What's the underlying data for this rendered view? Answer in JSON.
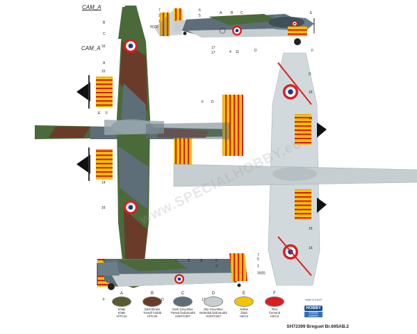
{
  "page": {
    "title": "CAM_A",
    "view_label": "CAM_A"
  },
  "watermark": "www.SPECIALHOBBY.eu",
  "callouts_side_top": [
    "A",
    "B",
    "C",
    "D",
    "E",
    "F",
    "7",
    "2",
    "6",
    "1",
    "5",
    "9(15)",
    "11",
    "4",
    "17",
    "17"
  ],
  "callouts_top_view": [
    "B",
    "C",
    "16",
    "A",
    "15",
    "E",
    "F",
    "D",
    "14",
    "16"
  ],
  "callouts_bottom_view": [
    "D",
    "16",
    "14",
    "F",
    "15",
    "16"
  ],
  "callouts_side_bottom": [
    "E",
    "C",
    "B",
    "A",
    "6",
    "3",
    "1",
    "16(5)",
    "F",
    "D",
    "11",
    "4",
    "17",
    "5",
    "7"
  ],
  "legend": [
    {
      "letter": "A",
      "name": "Khaki",
      "czech": "Khaki",
      "code": "H/TC23",
      "color": "#5a5a2e"
    },
    {
      "letter": "B",
      "name": "Dark Brown",
      "czech": "Tmavě hnědá",
      "code": "H/TC26",
      "color": "#6b3b2a"
    },
    {
      "letter": "C",
      "name": "Dark Grey-Blue",
      "czech": "Tmavá šedomodrá",
      "code": "H307/C307",
      "color": "#5e6e78"
    },
    {
      "letter": "D",
      "name": "Sky Grey-Blue",
      "czech": "Nebeská šedomodrá",
      "code": "H337/C337",
      "color": "#c6ced2"
    },
    {
      "letter": "E",
      "name": "Yellow",
      "czech": "Žlutá",
      "code": "H4/C4",
      "color": "#f2c400"
    },
    {
      "letter": "F",
      "name": "Red",
      "czech": "Červená",
      "code": "H3/C3",
      "color": "#d81e1e"
    }
  ],
  "footer": {
    "code": "SH72399",
    "model": "Breguet Br.695AB.2"
  },
  "brand": {
    "small": "made in Czech",
    "main": "HOBBY",
    "sub": "SOWER GAMING"
  }
}
